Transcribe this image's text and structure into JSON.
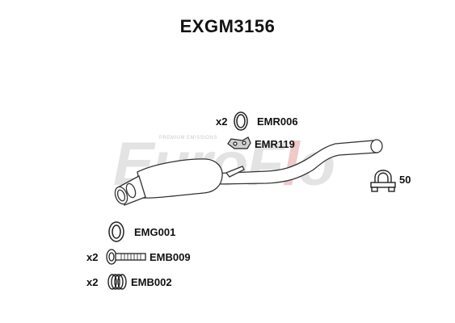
{
  "title": "EXGM3156",
  "watermark": {
    "text_a": "EuroF",
    "text_b": "l",
    "text_c": "o",
    "tagline": "PREMIUM EMISSIONS"
  },
  "parts": [
    {
      "qty": "x2",
      "code": "EMR006",
      "icon": "gasket-ring-icon"
    },
    {
      "qty": "",
      "code": "EMR119",
      "icon": "rubber-hanger-icon"
    },
    {
      "qty": "",
      "code": "50",
      "icon": "u-clamp-icon"
    },
    {
      "qty": "",
      "code": "EMG001",
      "icon": "gasket-icon"
    },
    {
      "qty": "x2",
      "code": "EMB009",
      "icon": "bolt-icon"
    },
    {
      "qty": "x2",
      "code": "EMB002",
      "icon": "spring-icon"
    }
  ]
}
